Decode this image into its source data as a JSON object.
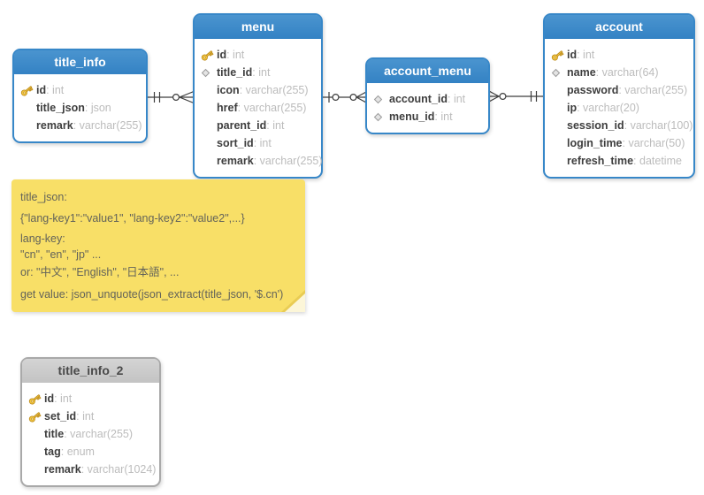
{
  "diagram": {
    "tables": [
      {
        "id": "title_info",
        "title": "title_info",
        "header_style": "blue",
        "fields": [
          {
            "icon": "key",
            "name": "id",
            "type": "int"
          },
          {
            "icon": "none",
            "name": "title_json",
            "type": "json"
          },
          {
            "icon": "none",
            "name": "remark",
            "type": "varchar(255)"
          }
        ]
      },
      {
        "id": "menu",
        "title": "menu",
        "header_style": "blue",
        "fields": [
          {
            "icon": "key",
            "name": "id",
            "type": "int"
          },
          {
            "icon": "diamond",
            "name": "title_id",
            "type": "int"
          },
          {
            "icon": "none",
            "name": "icon",
            "type": "varchar(255)"
          },
          {
            "icon": "none",
            "name": "href",
            "type": "varchar(255)"
          },
          {
            "icon": "none",
            "name": "parent_id",
            "type": "int"
          },
          {
            "icon": "none",
            "name": "sort_id",
            "type": "int"
          },
          {
            "icon": "none",
            "name": "remark",
            "type": "varchar(255)"
          }
        ]
      },
      {
        "id": "account_menu",
        "title": "account_menu",
        "header_style": "blue",
        "fields": [
          {
            "icon": "diamond",
            "name": "account_id",
            "type": "int"
          },
          {
            "icon": "diamond",
            "name": "menu_id",
            "type": "int"
          }
        ]
      },
      {
        "id": "account",
        "title": "account",
        "header_style": "blue",
        "fields": [
          {
            "icon": "key",
            "name": "id",
            "type": "int"
          },
          {
            "icon": "diamond",
            "name": "name",
            "type": "varchar(64)"
          },
          {
            "icon": "none",
            "name": "password",
            "type": "varchar(255)"
          },
          {
            "icon": "none",
            "name": "ip",
            "type": "varchar(20)"
          },
          {
            "icon": "none",
            "name": "session_id",
            "type": "varchar(100)"
          },
          {
            "icon": "none",
            "name": "login_time",
            "type": "varchar(50)"
          },
          {
            "icon": "none",
            "name": "refresh_time",
            "type": "datetime"
          }
        ]
      },
      {
        "id": "title_info_2",
        "title": "title_info_2",
        "header_style": "gray",
        "fields": [
          {
            "icon": "key",
            "name": "id",
            "type": "int"
          },
          {
            "icon": "key",
            "name": "set_id",
            "type": "int"
          },
          {
            "icon": "none",
            "name": "title",
            "type": "varchar(255)"
          },
          {
            "icon": "none",
            "name": "tag",
            "type": "enum"
          },
          {
            "icon": "none",
            "name": "remark",
            "type": "varchar(1024)"
          }
        ]
      }
    ],
    "relationships": [
      {
        "from": "title_info",
        "from_cardinality": "exactly-one (||)",
        "to": "menu",
        "to_cardinality": "zero-or-many (o<)"
      },
      {
        "from": "menu",
        "from_cardinality": "zero-or-one (|o)",
        "to": "account_menu",
        "to_cardinality": "zero-or-many (o<)"
      },
      {
        "from": "account_menu",
        "from_cardinality": "zero-or-many (>o)",
        "to": "account",
        "to_cardinality": "exactly-one (||)"
      }
    ],
    "note": {
      "lines": [
        "title_json:",
        "{\"lang-key1\":\"value1\", \"lang-key2\":\"value2\",...}",
        "lang-key:",
        "\"cn\", \"en\", \"jp\" ...",
        "or: \"中文\", \"English\", \"日本語\", ...",
        "get value: json_unquote(json_extract(title_json, '$.cn')"
      ]
    },
    "colors": {
      "table_header_blue": "#3787C8",
      "table_header_gray": "#C9C9C9",
      "table_border_blue": "#3787C8",
      "table_border_gray": "#A9A9A9",
      "note_background": "#F8DF67",
      "note_text": "#63635A",
      "field_name_text": "#3E3E3E",
      "field_type_text": "#BCBCBC",
      "key_icon_gold": "#F3C63F",
      "diamond_icon_gray": "#E4E4E4",
      "connector_line": "#3D3D3D"
    }
  }
}
